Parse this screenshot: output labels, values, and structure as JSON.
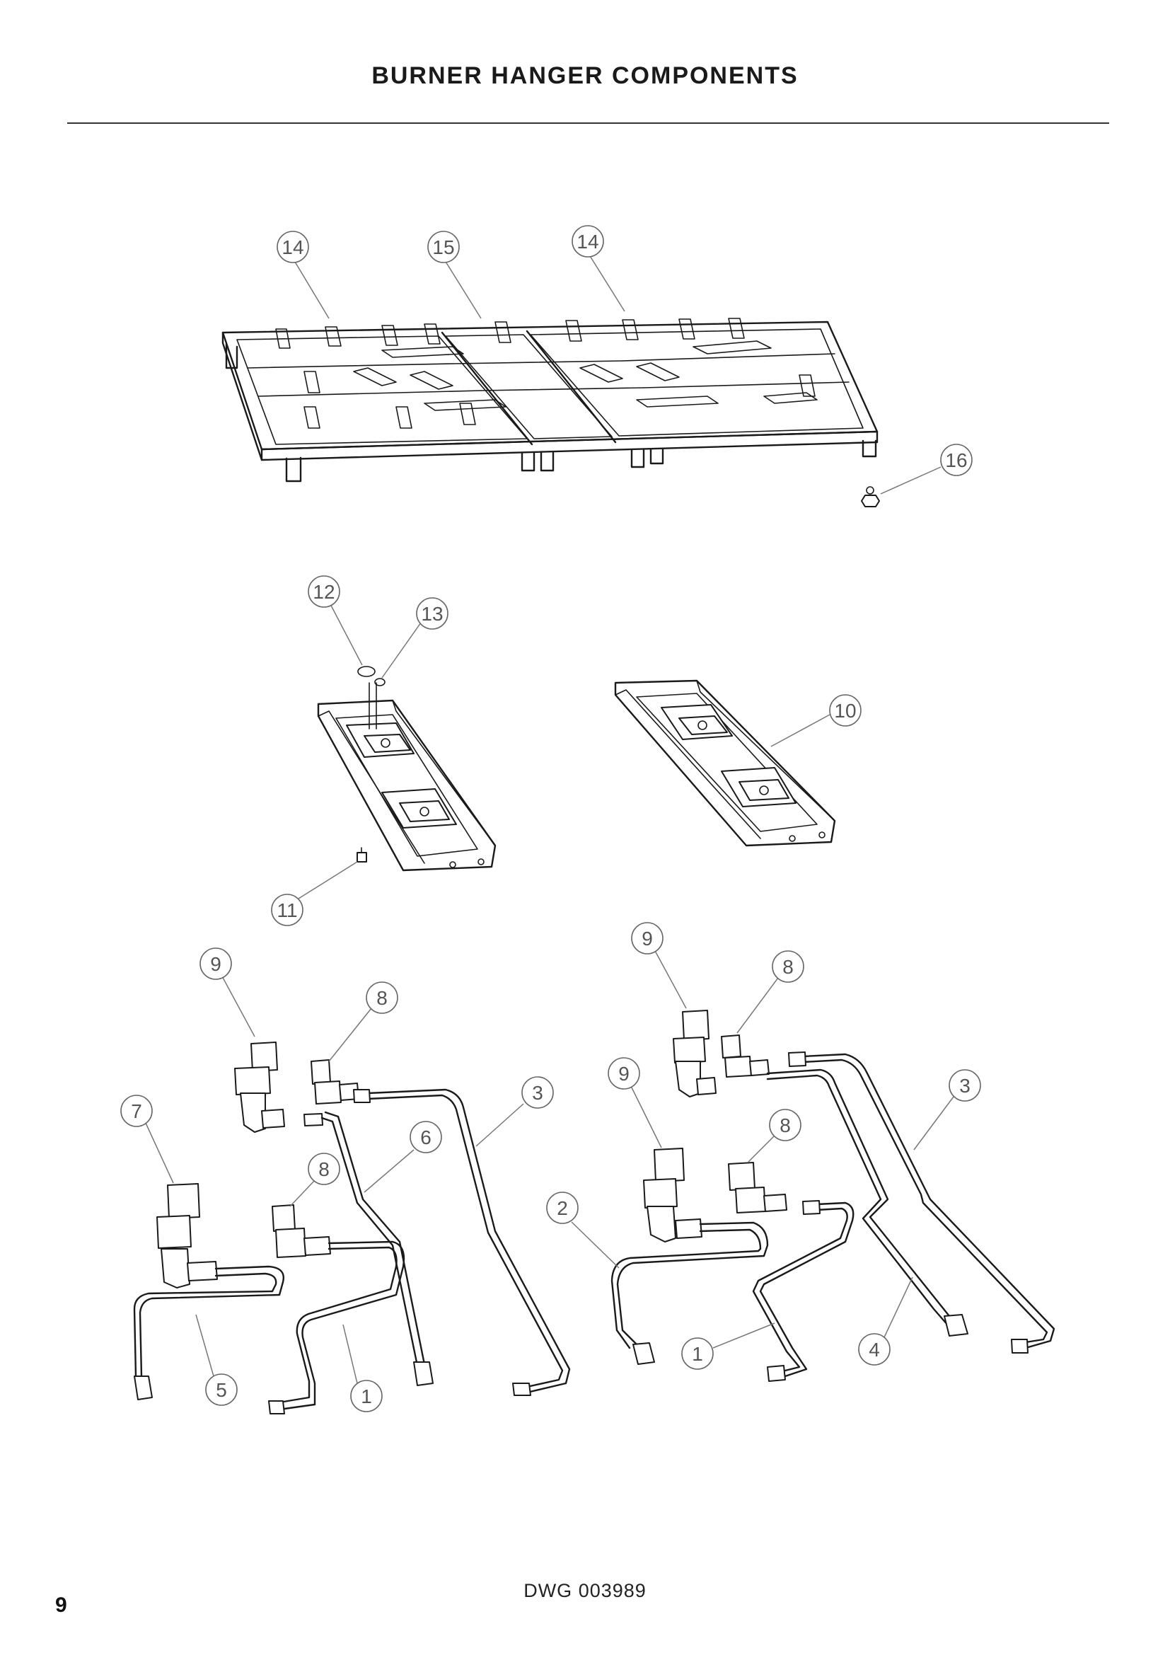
{
  "page": {
    "title": "BURNER HANGER COMPONENTS",
    "drawing_number": "DWG 003989",
    "page_number": "9"
  },
  "callouts": [
    "14",
    "15",
    "14",
    "16",
    "12",
    "13",
    "10",
    "11",
    "9",
    "8",
    "7",
    "8",
    "6",
    "3",
    "5",
    "1",
    "9",
    "8",
    "9",
    "8",
    "3",
    "2",
    "1",
    "4"
  ]
}
